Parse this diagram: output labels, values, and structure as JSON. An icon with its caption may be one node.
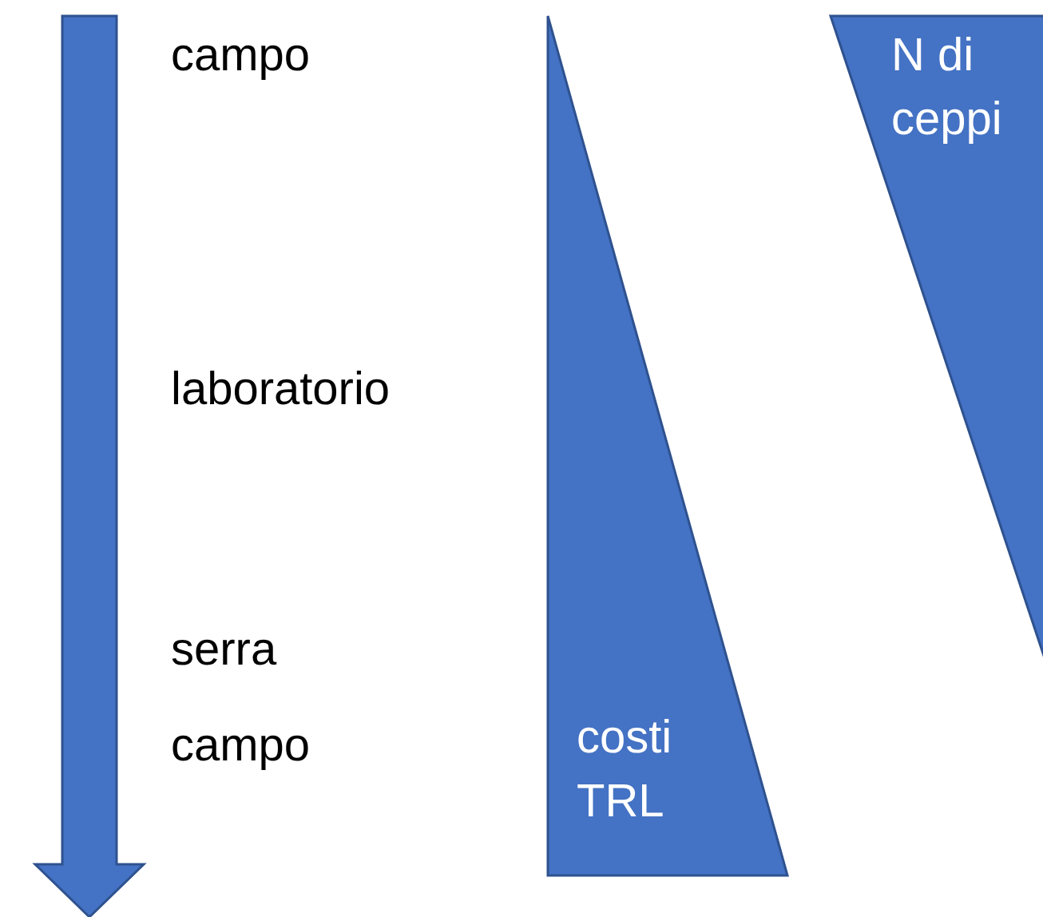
{
  "diagram": {
    "nodes": [
      {
        "text": [
          "costi TRL"
        ]
      },
      {
        "text": [
          "N di ceppi"
        ]
      }
    ],
    "labels": [
      "campo",
      "laboratorio",
      "serra",
      "campo"
    ]
  }
}
